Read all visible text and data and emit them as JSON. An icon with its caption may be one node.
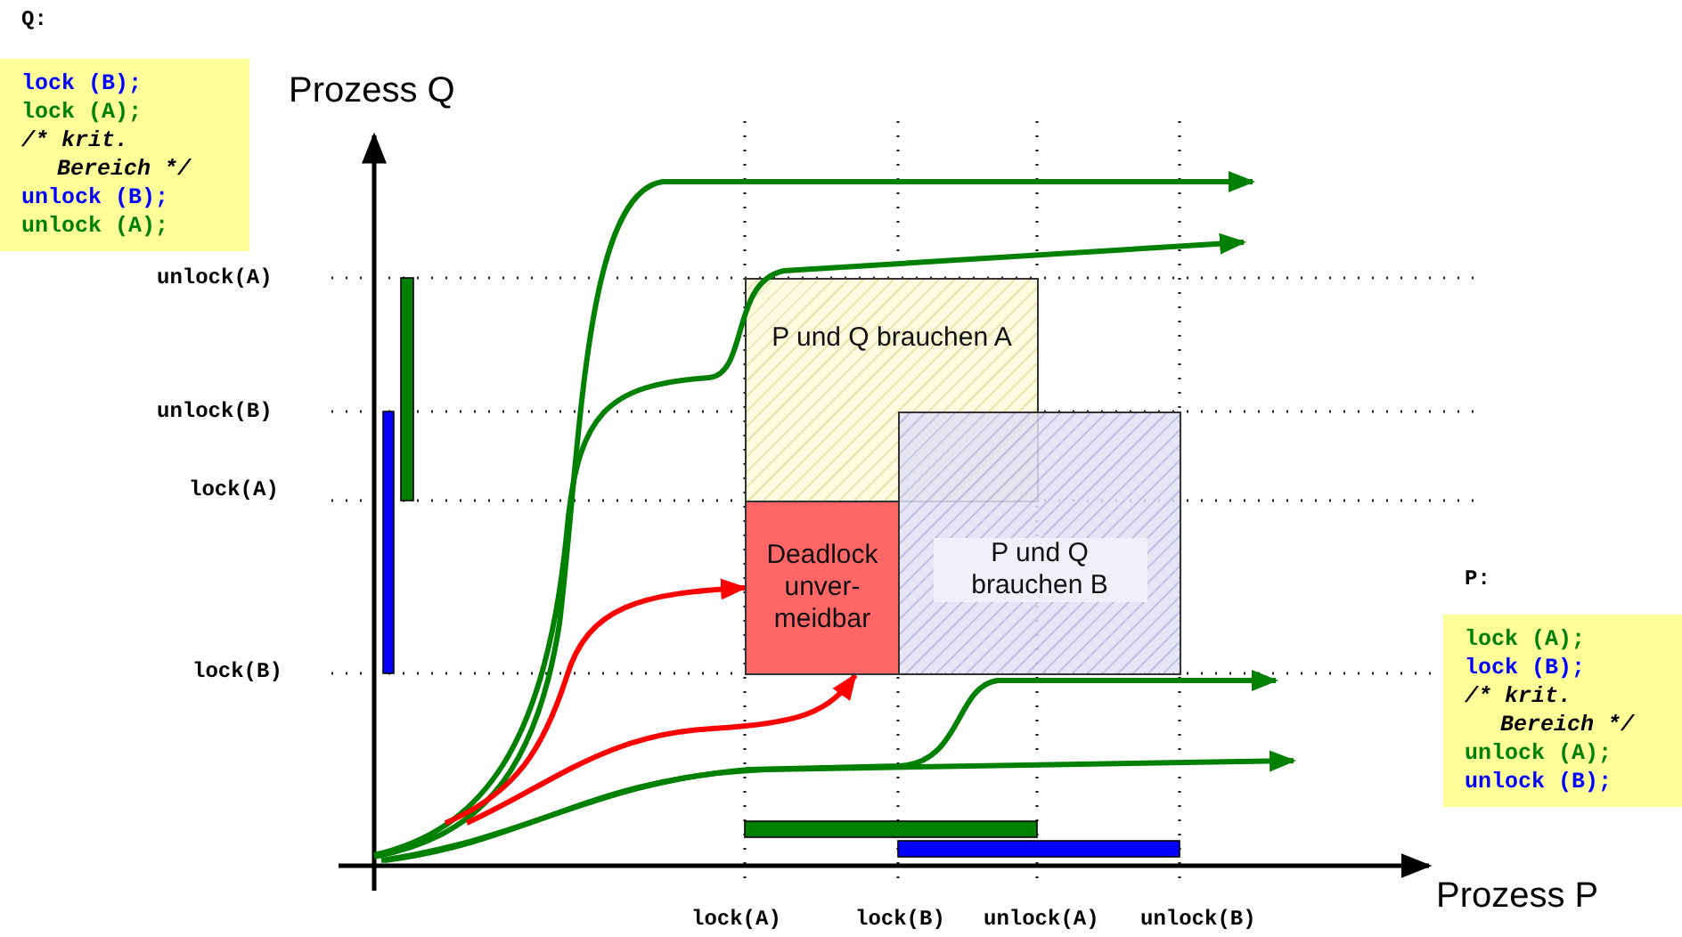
{
  "diagram": {
    "nodes": [
      {
        "text": [
          "Q:",
          "lock (B);",
          "lock (A);",
          "/* krit. Bereich */",
          "unlock (B);",
          "unlock (A);"
        ]
      },
      {
        "text": [
          "P und Q brauchen A"
        ]
      },
      {
        "text": [
          "Deadlock unver- meidbar"
        ]
      },
      {
        "text": [
          "P und Q brauchen B"
        ]
      },
      {
        "text": [
          "P:",
          "lock (A);",
          "lock (B);",
          "/* krit. Bereich */",
          "unlock (A);",
          "unlock (B);"
        ]
      }
    ],
    "edges": [
      {
        "from": null,
        "to": 2,
        "arrow": "to",
        "color": "#ff0000"
      },
      {
        "from": null,
        "to": 2,
        "arrow": "to",
        "color": "#ff0000"
      }
    ],
    "labels": [
      "Prozess Q",
      "unlock(A)",
      "unlock(B)",
      "lock(A)",
      "lock(B)",
      "Prozess P",
      "lock(A)",
      "lock(B)",
      "unlock(A)",
      "unlock(B)"
    ]
  }
}
